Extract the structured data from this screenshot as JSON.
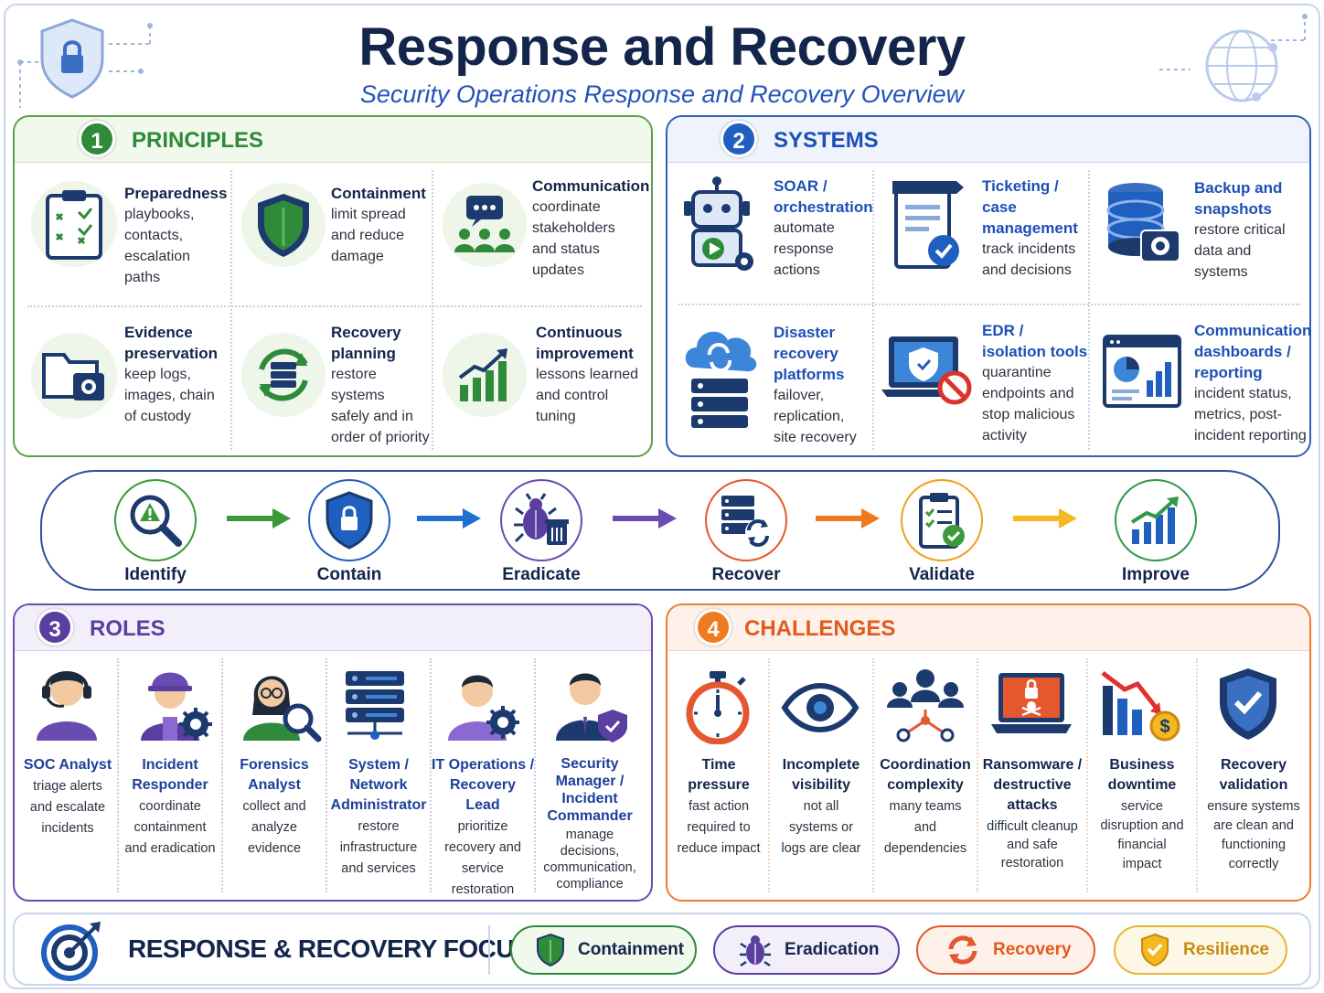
{
  "header": {
    "title": "Response and Recovery",
    "subtitle": "Security Operations Response and Recovery Overview"
  },
  "principles": {
    "number": "1",
    "title": "PRINCIPLES",
    "items": [
      {
        "title": "Preparedness",
        "desc": [
          "playbooks,",
          "contacts,",
          "escalation paths"
        ],
        "icon": "clipboard-checklist-icon"
      },
      {
        "title": "Containment",
        "desc": [
          "limit spread",
          "and reduce",
          "damage"
        ],
        "icon": "shield-icon"
      },
      {
        "title": "Communication",
        "desc": [
          "coordinate",
          "stakeholders",
          "and status",
          "updates"
        ],
        "icon": "team-chat-icon"
      },
      {
        "title": [
          "Evidence",
          "preservation"
        ],
        "desc": [
          "keep logs,",
          "images, chain",
          "of custody"
        ],
        "icon": "folder-camera-icon"
      },
      {
        "title": [
          "Recovery",
          "planning"
        ],
        "desc": [
          "restore systems",
          "safely and in",
          "order of priority"
        ],
        "icon": "server-refresh-icon"
      },
      {
        "title": [
          "Continuous",
          "improvement"
        ],
        "desc": [
          "lessons learned",
          "and control",
          "tuning"
        ],
        "icon": "growth-chart-icon"
      }
    ]
  },
  "systems": {
    "number": "2",
    "title": "SYSTEMS",
    "items": [
      {
        "title": [
          "SOAR /",
          "orchestration"
        ],
        "desc": [
          "automate",
          "response",
          "actions"
        ],
        "icon": "robot-icon"
      },
      {
        "title": [
          "Ticketing /",
          "case",
          "management"
        ],
        "desc": [
          "track incidents",
          "and decisions"
        ],
        "icon": "ticket-check-icon"
      },
      {
        "title": [
          "Backup and",
          "snapshots"
        ],
        "desc": [
          "restore critical",
          "data and",
          "systems"
        ],
        "icon": "database-camera-icon"
      },
      {
        "title": [
          "Disaster",
          "recovery",
          "platforms"
        ],
        "desc": [
          "failover,",
          "replication,",
          "site recovery"
        ],
        "icon": "cloud-server-icon"
      },
      {
        "title": [
          "EDR /",
          "isolation tools"
        ],
        "desc": [
          "quarantine",
          "endpoints and",
          "stop malicious",
          "activity"
        ],
        "icon": "laptop-block-icon"
      },
      {
        "title": [
          "Communication",
          "dashboards /",
          "reporting"
        ],
        "desc": [
          "incident status,",
          "metrics, post-",
          "incident reporting"
        ],
        "icon": "dashboard-icon"
      }
    ]
  },
  "flow": {
    "steps": [
      "Identify",
      "Contain",
      "Eradicate",
      "Recover",
      "Validate",
      "Improve"
    ],
    "colors": [
      "#3a9a3a",
      "#1f5fc0",
      "#6a4bb0",
      "#e5572e",
      "#f0a020",
      "#2f9a4a"
    ],
    "arrow_colors": [
      "#3a9a3a",
      "#1f6fd0",
      "#6a4bb0",
      "#f07a20",
      "#f5b820"
    ]
  },
  "roles": {
    "number": "3",
    "title": "ROLES",
    "items": [
      {
        "title": [
          "SOC Analyst"
        ],
        "desc": [
          "triage alerts",
          "and escalate",
          "incidents"
        ],
        "icon": "headset-person-icon"
      },
      {
        "title": [
          "Incident",
          "Responder"
        ],
        "desc": [
          "coordinate",
          "containment",
          "and eradication"
        ],
        "icon": "hardhat-person-icon"
      },
      {
        "title": [
          "Forensics",
          "Analyst"
        ],
        "desc": [
          "collect and",
          "analyze",
          "evidence"
        ],
        "icon": "magnifier-person-icon"
      },
      {
        "title": [
          "System /",
          "Network",
          "Administrator"
        ],
        "desc": [
          "restore",
          "infrastructure",
          "and services"
        ],
        "icon": "server-stack-icon"
      },
      {
        "title": [
          "IT Operations /",
          "Recovery Lead"
        ],
        "desc": [
          "prioritize",
          "recovery and",
          "service",
          "restoration"
        ],
        "icon": "gear-person-icon"
      },
      {
        "title": [
          "Security",
          "Manager /",
          "Incident",
          "Commander"
        ],
        "desc": [
          "manage",
          "decisions,",
          "communication,",
          "compliance"
        ],
        "icon": "manager-shield-icon"
      }
    ]
  },
  "challenges": {
    "number": "4",
    "title": "CHALLENGES",
    "items": [
      {
        "title": [
          "Time pressure"
        ],
        "desc": [
          "fast action",
          "required to",
          "reduce impact"
        ],
        "icon": "stopwatch-icon"
      },
      {
        "title": [
          "Incomplete",
          "visibility"
        ],
        "desc": [
          "not all",
          "systems or",
          "logs are clear"
        ],
        "icon": "eye-icon"
      },
      {
        "title": [
          "Coordination",
          "complexity"
        ],
        "desc": [
          "many teams",
          "and",
          "dependencies"
        ],
        "icon": "team-network-icon"
      },
      {
        "title": [
          "Ransomware /",
          "destructive",
          "attacks"
        ],
        "desc": [
          "difficult cleanup",
          "and safe",
          "restoration"
        ],
        "icon": "ransomware-laptop-icon"
      },
      {
        "title": [
          "Business",
          "downtime"
        ],
        "desc": [
          "service",
          "disruption and",
          "financial",
          "impact"
        ],
        "icon": "falling-chart-icon"
      },
      {
        "title": [
          "Recovery",
          "validation"
        ],
        "desc": [
          "ensure systems",
          "are clean and",
          "functioning",
          "correctly"
        ],
        "icon": "check-shield-icon"
      }
    ]
  },
  "focus": {
    "title": "RESPONSE & RECOVERY FOCUS",
    "pills": [
      {
        "label": "Containment",
        "color": "#2f8a3a",
        "icon": "shield-icon"
      },
      {
        "label": "Eradication",
        "color": "#5a3fa0",
        "icon": "bug-icon"
      },
      {
        "label": "Recovery",
        "color": "#e5572e",
        "icon": "refresh-icon"
      },
      {
        "label": "Resilience",
        "color": "#c88a10",
        "icon": "check-shield-icon"
      }
    ]
  }
}
